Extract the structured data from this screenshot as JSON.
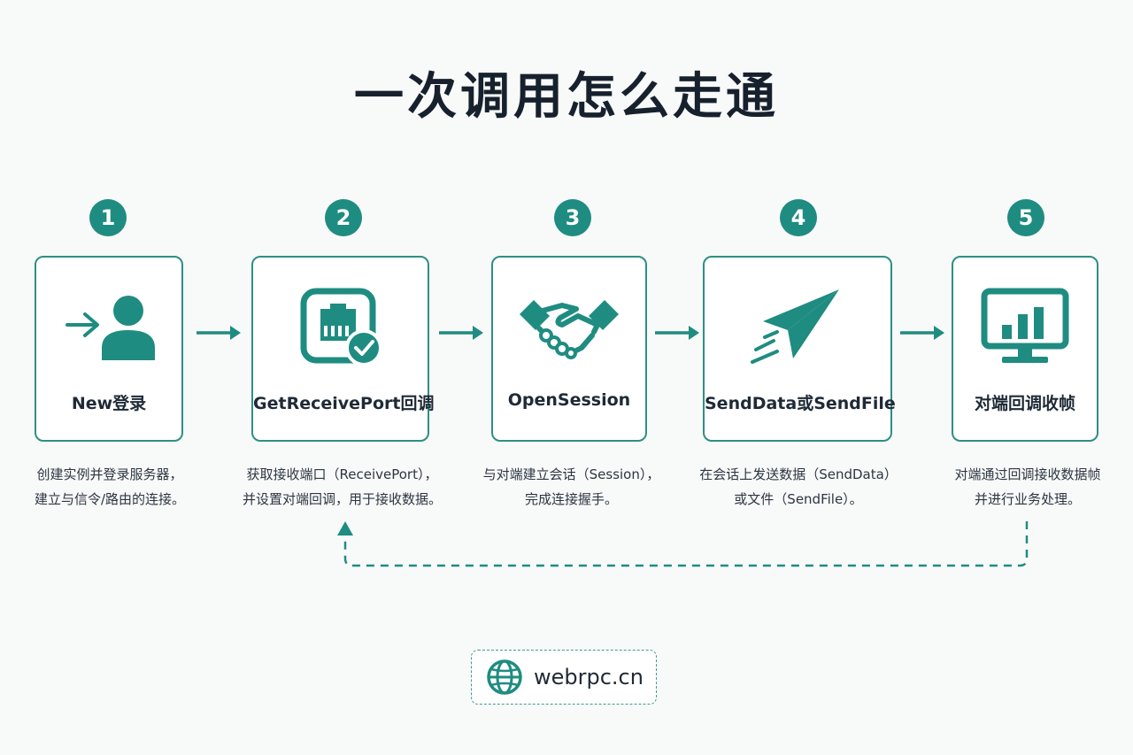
{
  "title": "一次调用怎么走通",
  "steps": [
    {
      "num": "1",
      "label": "New登录",
      "icon": "user-login-icon",
      "desc": [
        "创建实例并登录服务器，",
        "建立与信令/路由的连接。"
      ]
    },
    {
      "num": "2",
      "label": "GetReceivePort回调",
      "icon": "network-port-check-icon",
      "desc": [
        "获取接收端口（ReceivePort），",
        "并设置对端回调，用于接收数据。"
      ]
    },
    {
      "num": "3",
      "label": "OpenSession",
      "icon": "handshake-icon",
      "desc": [
        "与对端建立会话（Session），",
        "完成连接握手。"
      ]
    },
    {
      "num": "4",
      "label": "SendData或SendFile",
      "icon": "paper-plane-icon",
      "desc": [
        "在会话上发送数据（SendData）",
        "或文件（SendFile）。"
      ]
    },
    {
      "num": "5",
      "label": "对端回调收帧",
      "icon": "monitor-chart-icon",
      "desc": [
        "对端通过回调接收数据帧",
        "并进行业务处理。"
      ]
    }
  ],
  "footer": {
    "url": "webrpc.cn",
    "icon": "globe-icon"
  },
  "colors": {
    "accent": "#1f8c81",
    "border": "#2e8f84",
    "text": "#1f2a36",
    "background": "#f8f9f9"
  }
}
